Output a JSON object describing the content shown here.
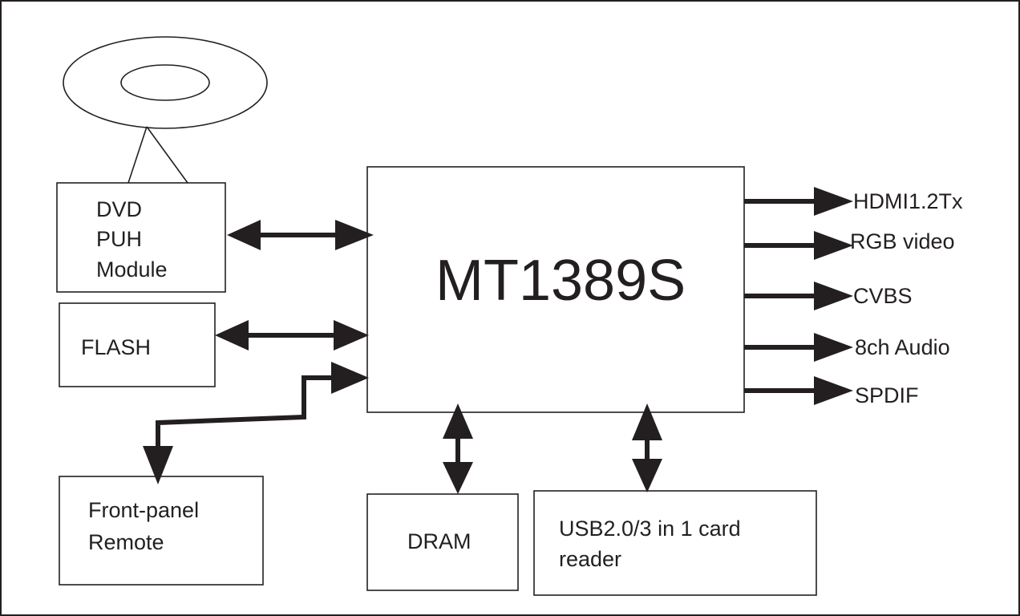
{
  "diagram": {
    "chip": "MT1389S",
    "blocks": {
      "dvd": [
        "DVD",
        "PUH",
        "Module"
      ],
      "flash": "FLASH",
      "front_panel": [
        "Front-panel",
        "Remote"
      ],
      "dram": "DRAM",
      "usb": [
        "USB2.0/3 in 1 card",
        "reader"
      ]
    },
    "outputs": [
      "HDMI1.2Tx",
      "RGB video",
      "CVBS",
      "8ch Audio",
      "SPDIF"
    ]
  }
}
